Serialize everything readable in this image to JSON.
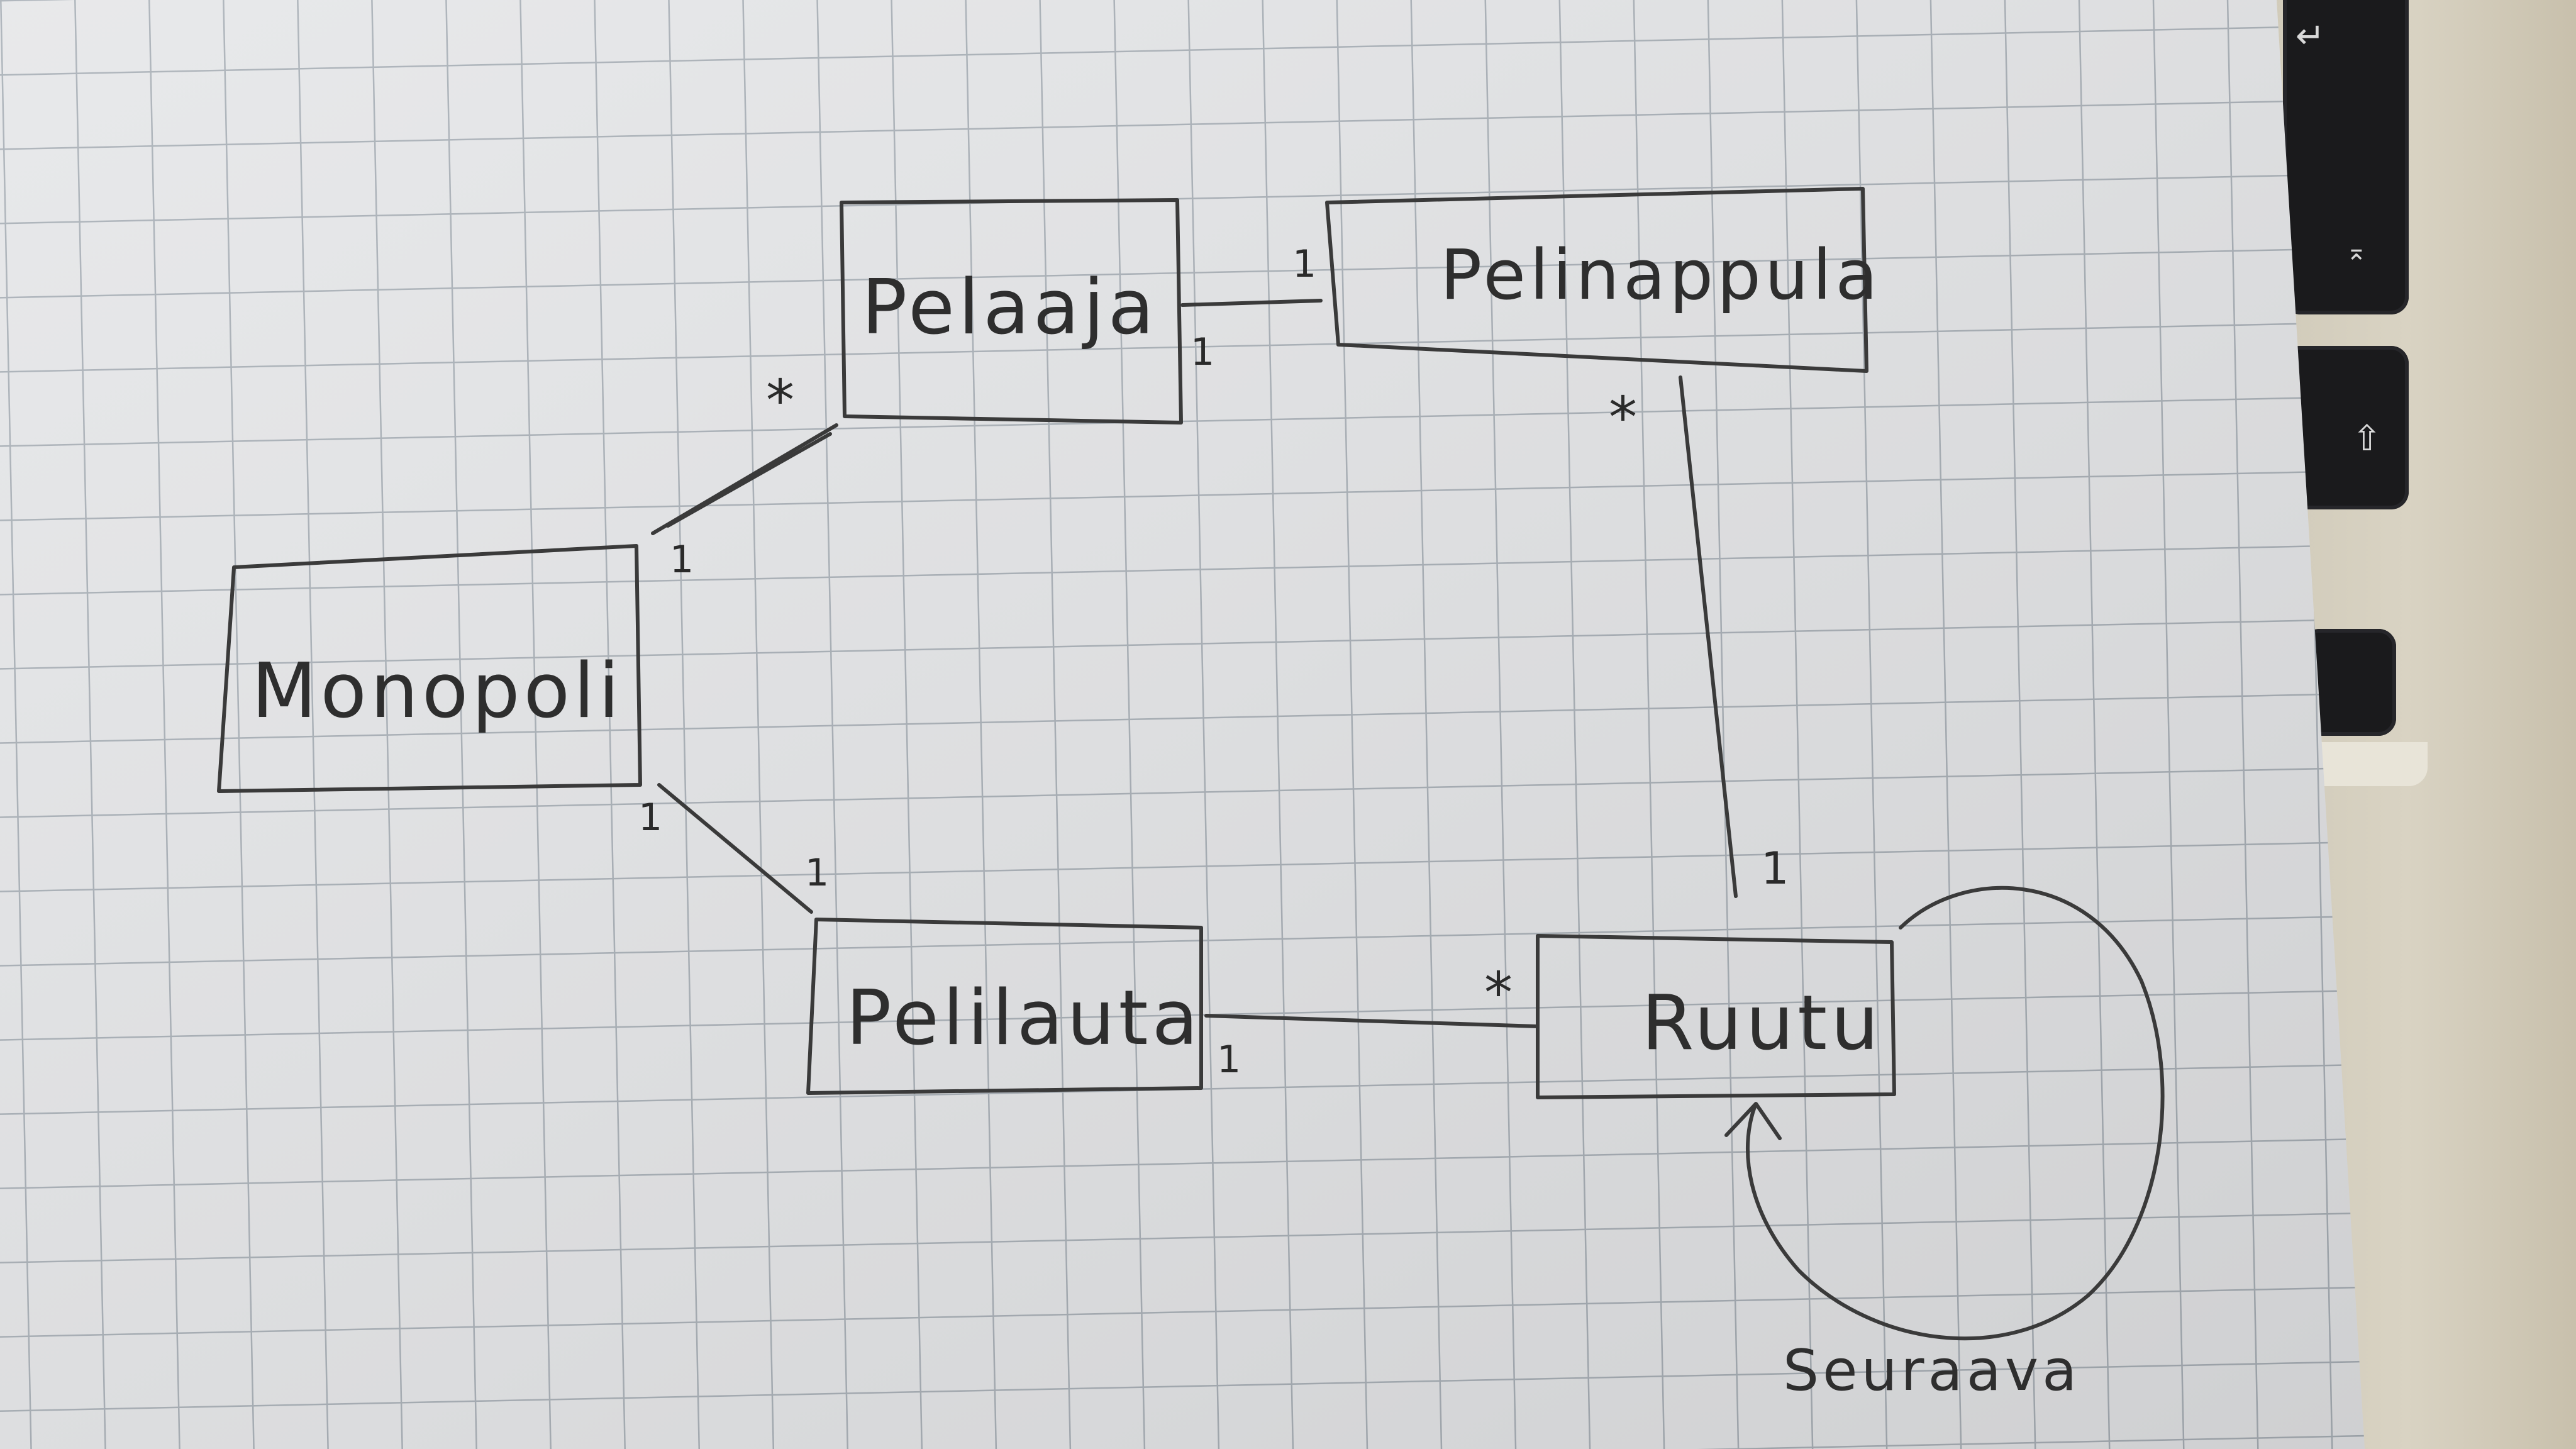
{
  "classes": {
    "pelaaja": "Pelaaja",
    "pelinappula": "Pelinappula",
    "monopoli": "Monopoli",
    "pelilauta": "Pelilauta",
    "ruutu": "Ruutu"
  },
  "multiplicities": {
    "pelaaja_pelinappula_near_pelinappula": "1",
    "pelaaja_pelinappula_near_pelaaja": "1",
    "pelinappula_ruutu_near_pelinappula": "*",
    "pelinappula_ruutu_near_ruutu": "1",
    "monopoli_pelaaja_near_pelaaja": "*",
    "monopoli_pelaaja_near_monopoli": "1",
    "monopoli_pelilauta_near_monopoli": "1",
    "monopoli_pelilauta_near_pelilauta": "1",
    "pelilauta_ruutu_near_pelilauta": "1",
    "pelilauta_ruutu_near_ruutu": "*"
  },
  "self_association_label": "Seuraava",
  "colors": {
    "paper": "#e6e7e9",
    "grid": "#a9b0b6",
    "ink": "#3a3a3a",
    "laptop_key": "#1a1a1c"
  }
}
